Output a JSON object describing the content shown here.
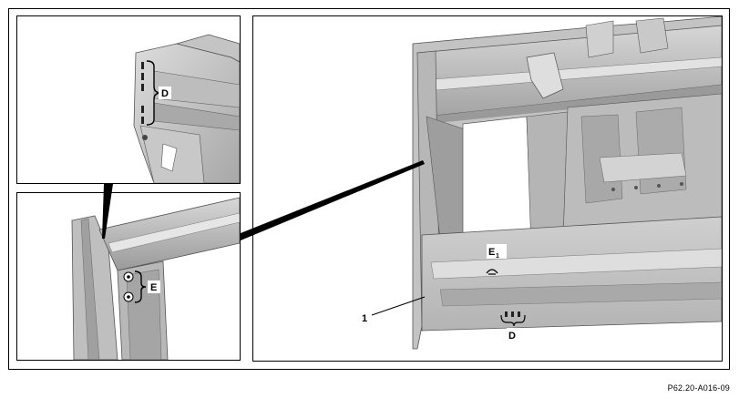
{
  "labels": {
    "d_top": "D",
    "e_left": "E",
    "e1_main": "E",
    "e1_sub": "1",
    "part_1": "1",
    "d_bottom": "D"
  },
  "caption": "P62.20-A016-09",
  "colors": {
    "metal_light": "#cfcfcf",
    "metal_mid": "#b2b2b2",
    "metal_dark": "#8c8c8c",
    "line": "#000000",
    "background": "#ffffff"
  }
}
